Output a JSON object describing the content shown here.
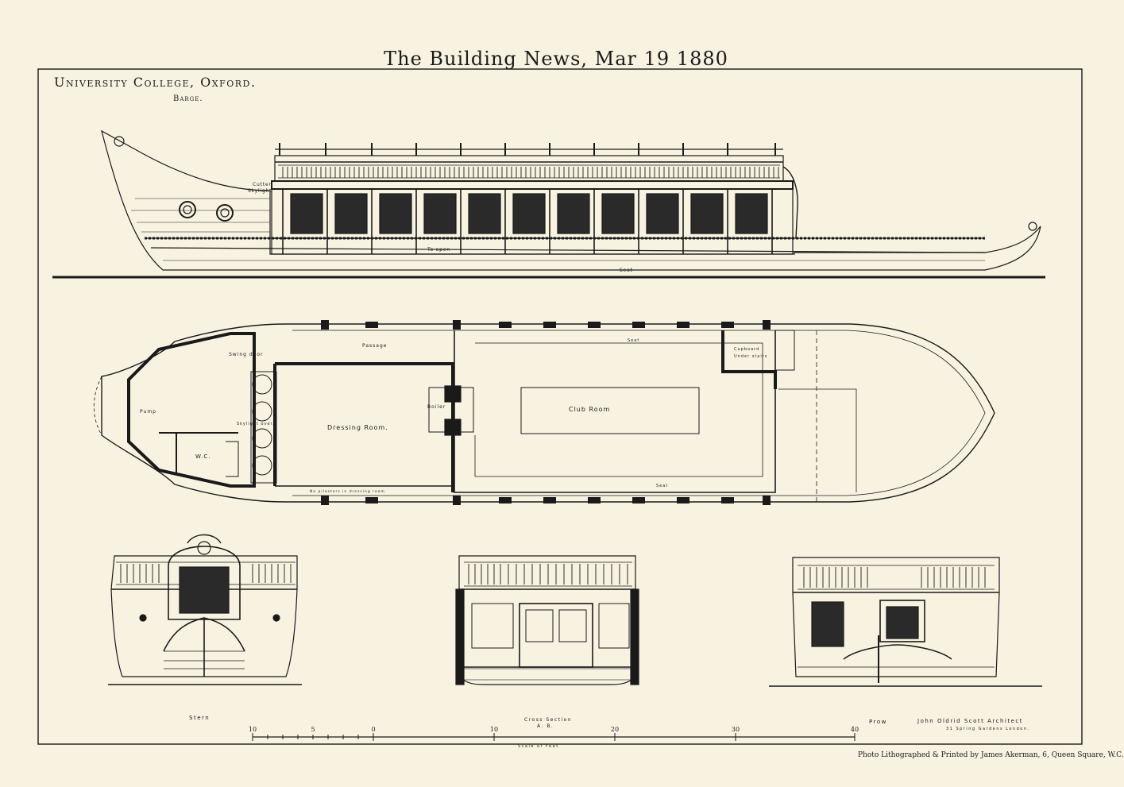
{
  "header": {
    "title": "The Building News, Mar 19 1880"
  },
  "plate": {
    "college": "University College, Oxford.",
    "subject": "Barge."
  },
  "elevation": {
    "labels": {
      "cutter": "Cutter",
      "skylight": "Skylight",
      "to_open": "To open",
      "seat": "Seat"
    }
  },
  "plan": {
    "rooms": {
      "pump": "Pump",
      "swing_door": "Swing door",
      "passage": "Passage",
      "dressing_room": "Dressing Room.",
      "skylight_over": "Skylight over.",
      "wc": "W.C.",
      "boiler": "Boiler",
      "club_room": "Club Room",
      "cupboard": "Cupboard",
      "under_stairs": "Under stairs",
      "seat_top": "Seat",
      "seat_bottom": "Seat",
      "pilasters_note": "No pilasters in dressing room"
    }
  },
  "views": {
    "stern": "Stern",
    "cross_section": "Cross Section",
    "section_ref": "A. B.",
    "prow": "Prow"
  },
  "scale": {
    "label": "Scale of Feet",
    "ticks": [
      "10",
      "5",
      "0",
      "10",
      "20",
      "30",
      "40"
    ]
  },
  "credits": {
    "architect": "John Oldrid Scott Architect",
    "address": "31 Spring Gardens London.",
    "printer": "Photo Lithographed & Printed by James Akerman, 6, Queen Square, W.C."
  },
  "colors": {
    "paper": "#f8f3e1",
    "ink": "#1a1a1a"
  }
}
